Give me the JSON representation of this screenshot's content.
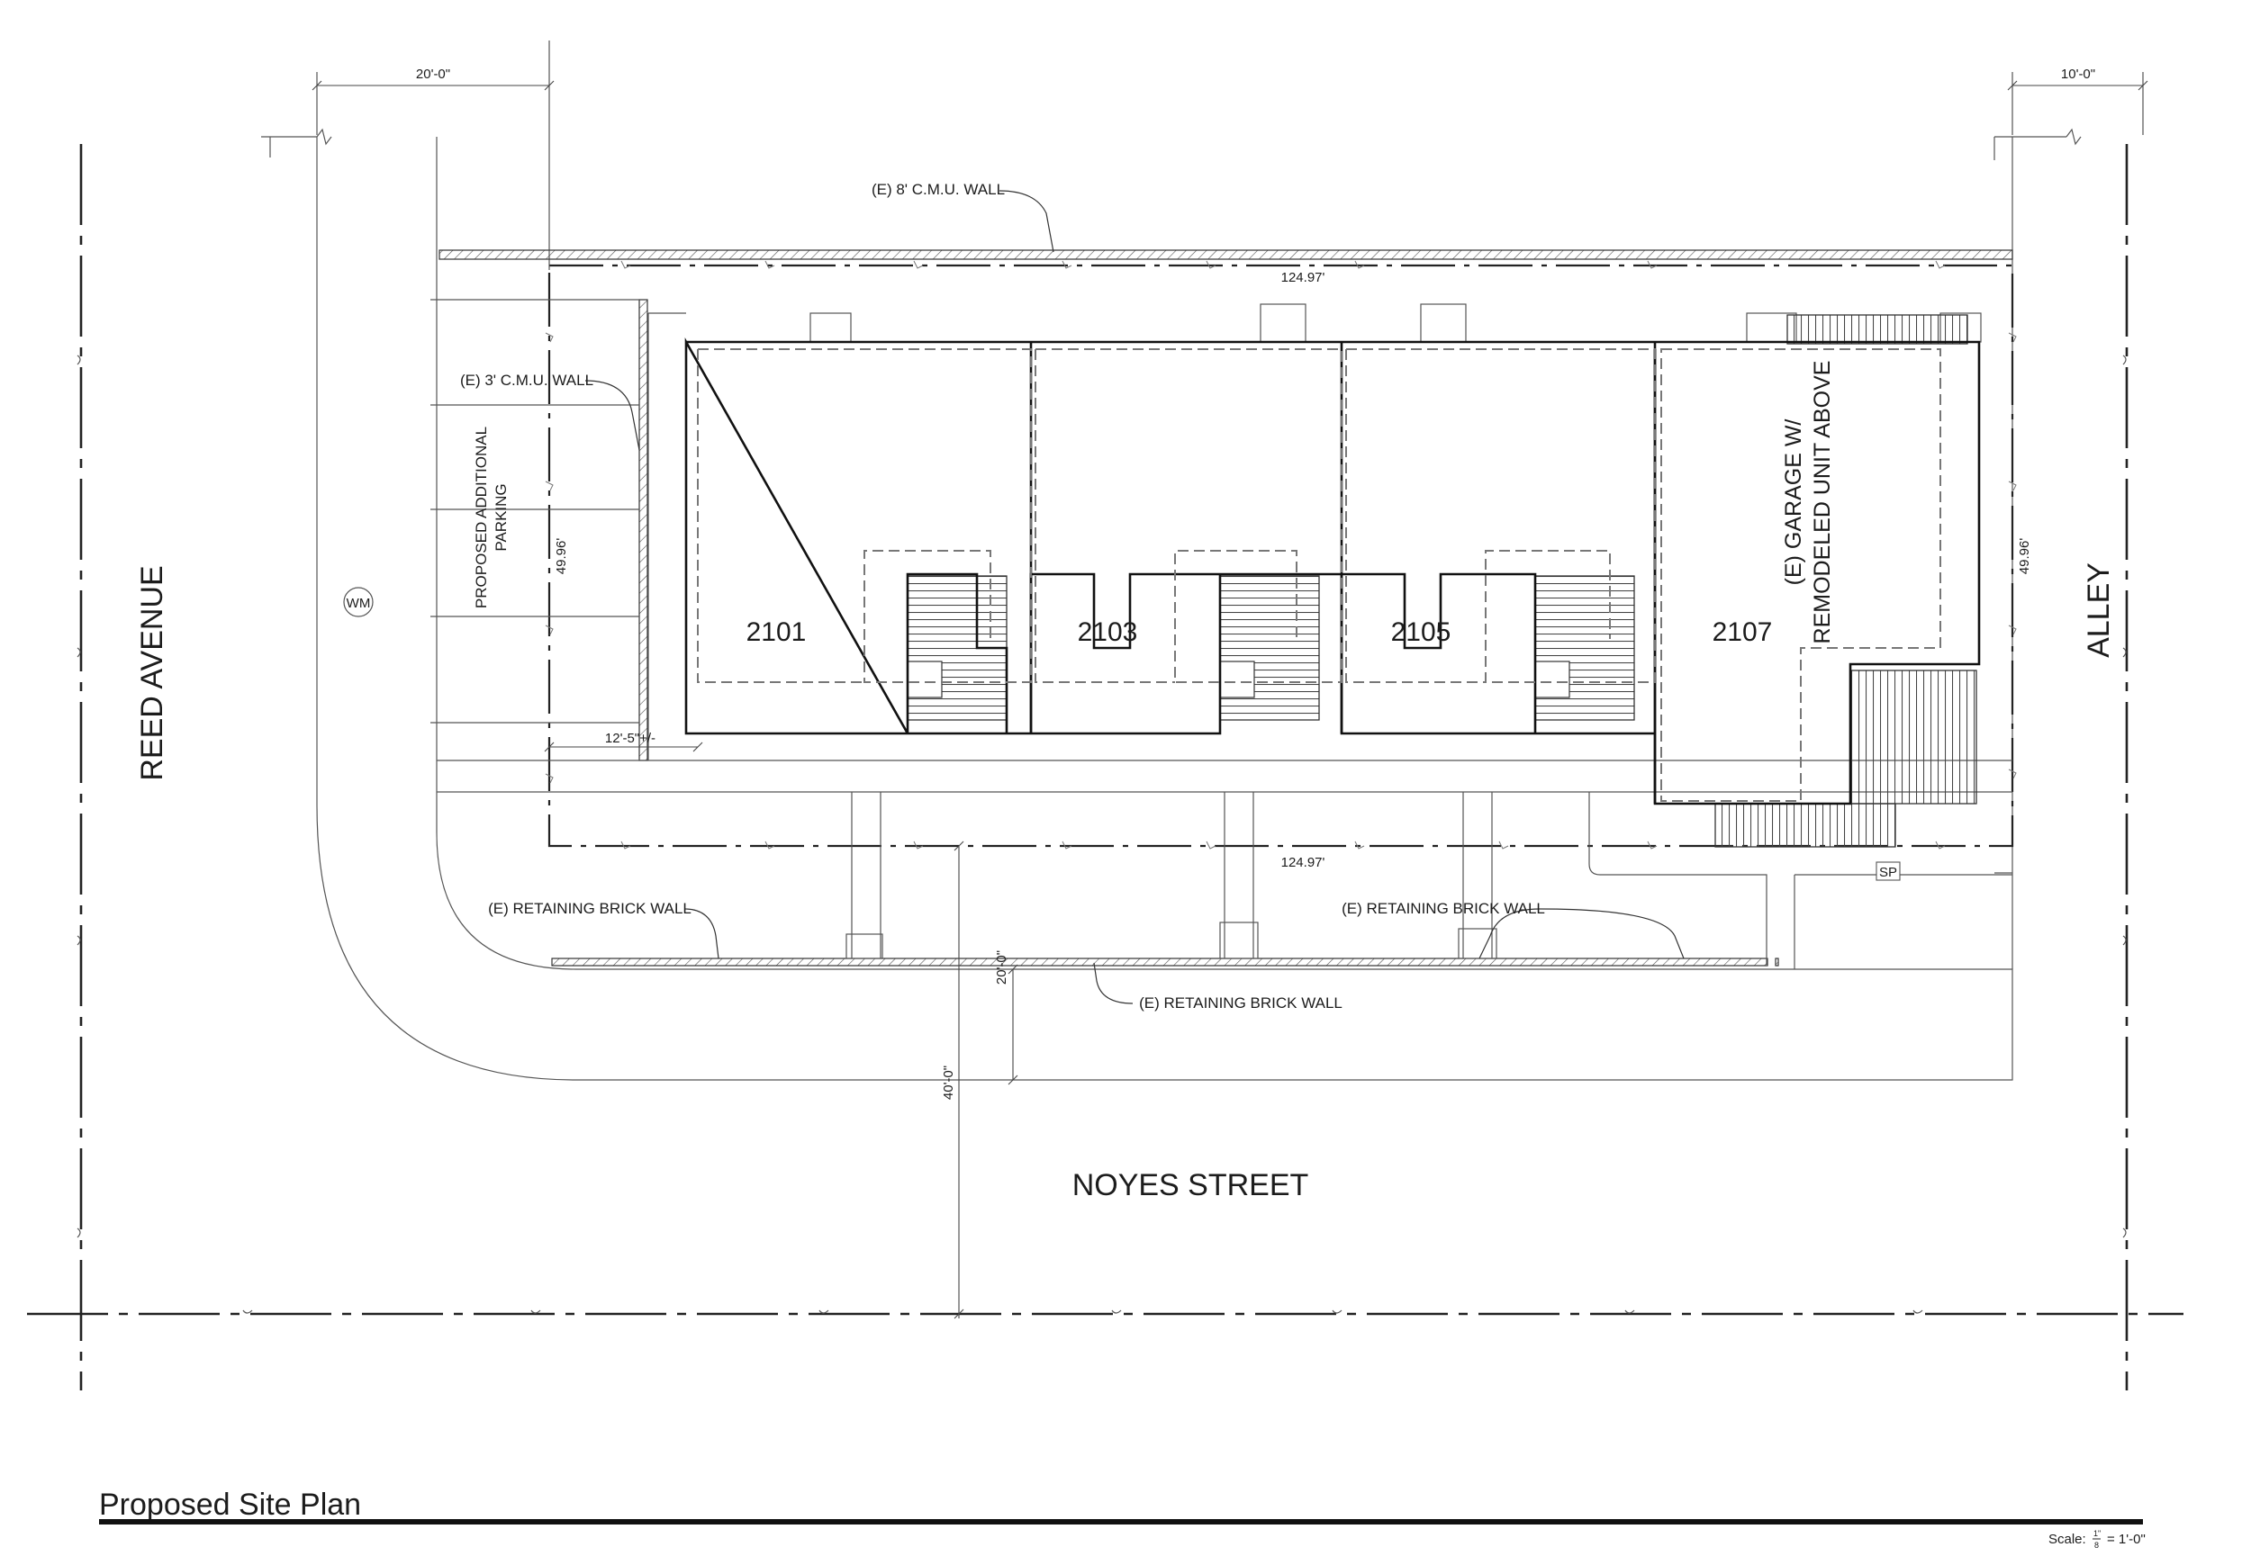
{
  "streets": {
    "west": "REED AVENUE",
    "east": "ALLEY",
    "south": "NOYES STREET"
  },
  "units": [
    "2101",
    "2103",
    "2105",
    "2107"
  ],
  "labels": {
    "cmu_wall_8": "(E) 8' C.M.U. WALL",
    "cmu_wall_3": "(E) 3' C.M.U. WALL",
    "parking_line1": "PROPOSED ADDITIONAL",
    "parking_line2": "PARKING",
    "garage_line1": "(E) GARAGE W/",
    "garage_line2": "REMODELED UNIT ABOVE",
    "retaining_wall": "(E) RETAINING BRICK WALL",
    "water_meter": "WM",
    "service_point": "SP"
  },
  "dimensions": {
    "top_left": "20'-0\"",
    "top_right": "10'-0\"",
    "lot_length_top": "124.97'",
    "lot_length_bottom": "124.97'",
    "lot_depth_left": "49.96'",
    "lot_depth_right": "49.96'",
    "setback": "12'-5\"+/-",
    "sidewalk": "20'-0\"",
    "street_width": "40'-0\""
  },
  "title": "Proposed Site Plan",
  "scale": {
    "prefix": "Scale:",
    "numerator": "1\"",
    "denominator": "8",
    "suffix": "= 1'-0\""
  }
}
